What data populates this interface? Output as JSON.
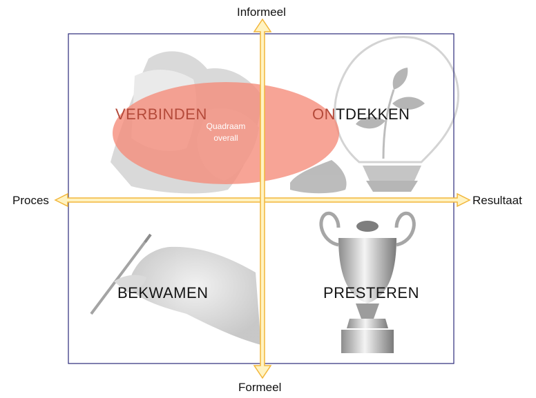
{
  "axes": {
    "top": "Informeel",
    "bottom": "Formeel",
    "left": "Proces",
    "right": "Resultaat"
  },
  "quadrants": {
    "top_left": {
      "label": "VERBINDEN",
      "image": "handshake"
    },
    "top_right": {
      "label_highlight": "ON",
      "label_rest": "TDEKKEN",
      "image": "lightbulb-with-sprout"
    },
    "bottom_left": {
      "label": "BEKWAMEN",
      "image": "hand-holding-pen"
    },
    "bottom_right": {
      "label": "PRESTEREN",
      "image": "trophy"
    }
  },
  "overlay": {
    "line1": "Quadraam",
    "line2": "overall",
    "color": "#f58a78"
  },
  "colors": {
    "frame": "#2b2a7a",
    "arrow_fill": "#fff3c2",
    "arrow_stroke": "#f2b63a",
    "label_highlight": "#b44a3a",
    "label_normal": "#141414"
  }
}
